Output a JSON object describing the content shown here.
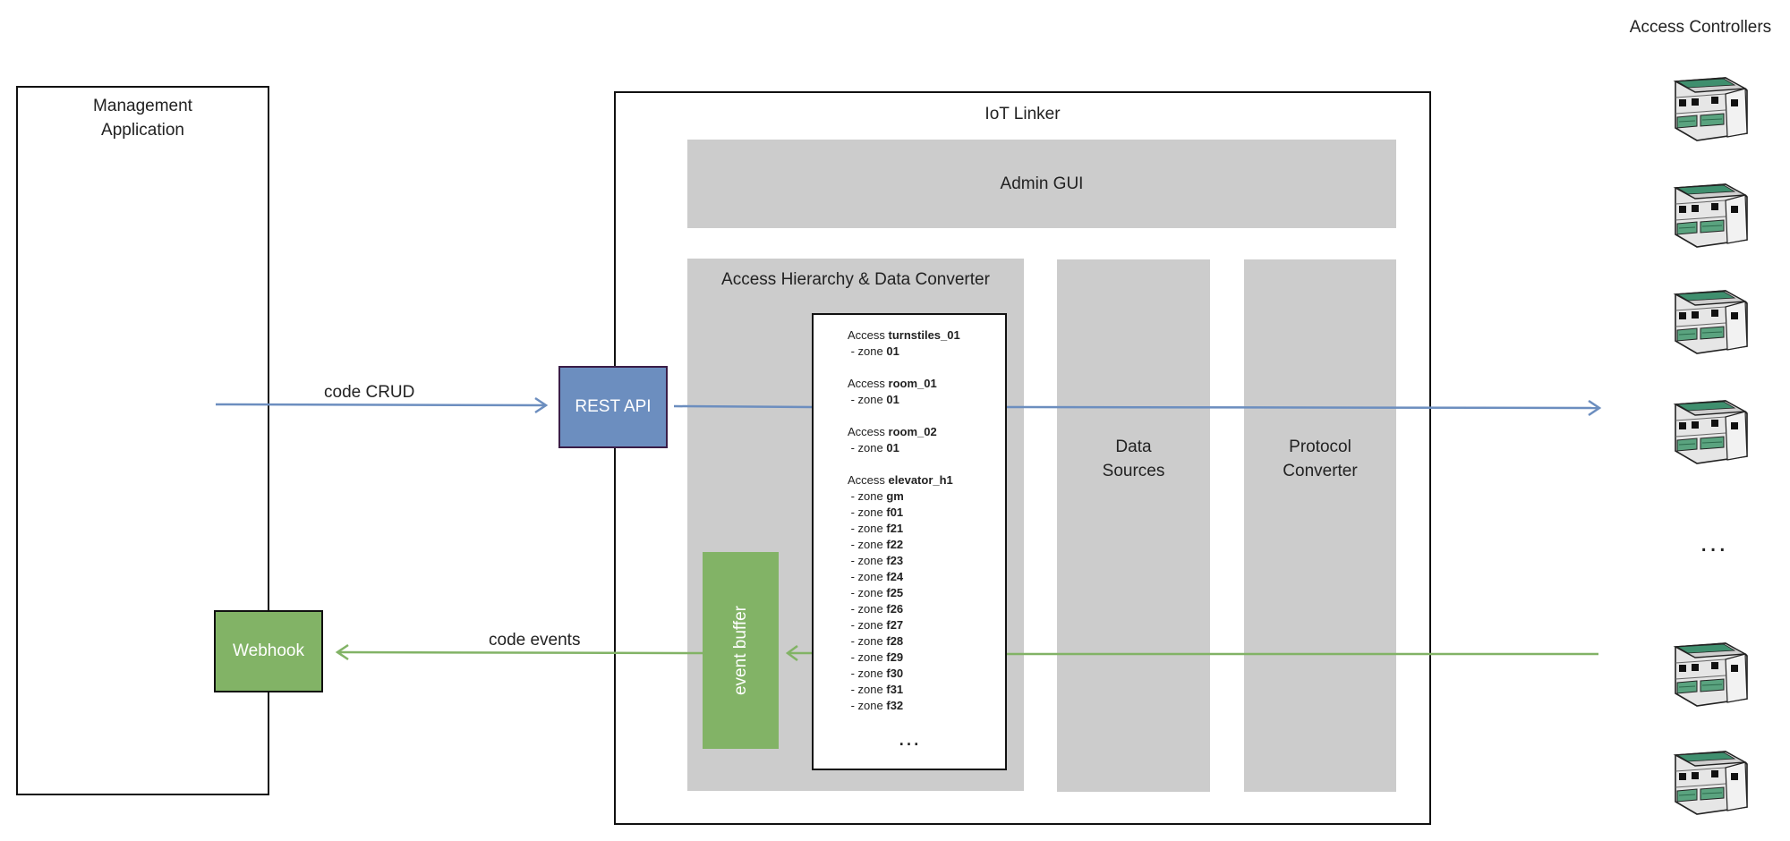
{
  "management_app": {
    "title_line1": "Management",
    "title_line2": "Application"
  },
  "webhook": {
    "label": "Webhook"
  },
  "iot_linker": {
    "title": "IoT Linker",
    "admin_gui": "Admin GUI",
    "access_hierarchy": {
      "title": "Access Hierarchy & Data Converter",
      "groups": [
        {
          "prefix": "Access ",
          "name": "turnstiles_01",
          "zones": [
            "01"
          ]
        },
        {
          "prefix": "Access ",
          "name": "room_01",
          "zones": [
            "01"
          ]
        },
        {
          "prefix": "Access ",
          "name": "room_02",
          "zones": [
            "01"
          ]
        },
        {
          "prefix": "Access ",
          "name": "elevator_h1",
          "zones": [
            "gm",
            "f01",
            "f21",
            "f22",
            "f23",
            "f24",
            "f25",
            "f26",
            "f27",
            "f28",
            "f29",
            "f30",
            "f31",
            "f32"
          ]
        }
      ],
      "zone_prefix": " - zone ",
      "more": "..."
    },
    "event_buffer": "event buffer",
    "data_sources": {
      "line1": "Data",
      "line2": "Sources"
    },
    "protocol_converter": {
      "line1": "Protocol",
      "line2": "Converter"
    }
  },
  "rest_api": {
    "label": "REST API"
  },
  "edges": {
    "code_crud": "code CRUD",
    "code_events": "code events"
  },
  "access_controllers": {
    "title": "Access Controllers",
    "more": "..."
  },
  "colors": {
    "blue": "#6c8ebf",
    "green": "#82b366",
    "gray": "#cccccc"
  }
}
